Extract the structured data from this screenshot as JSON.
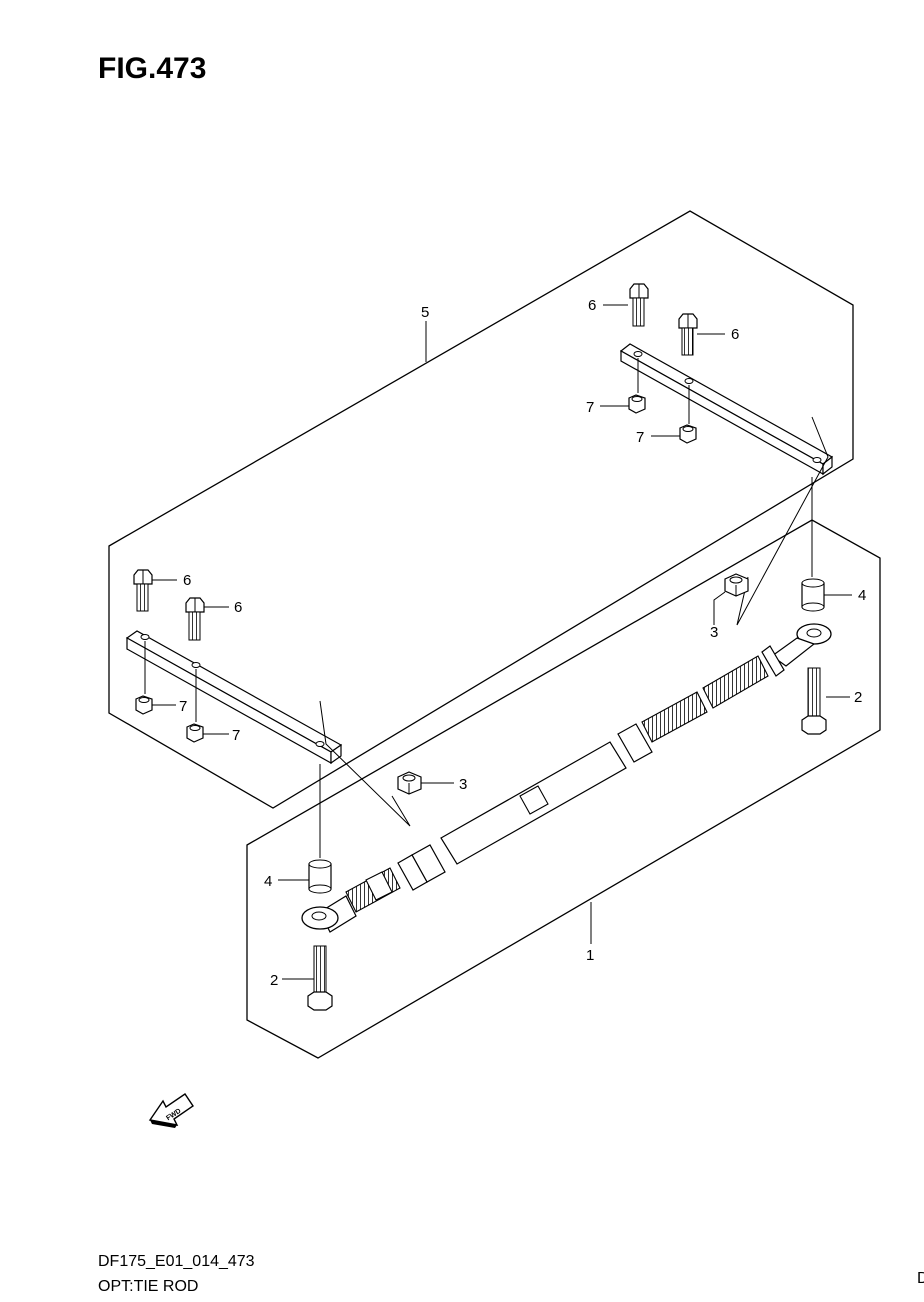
{
  "figure": {
    "title": "FIG.473"
  },
  "callouts": {
    "c1": "1",
    "c2": "2",
    "c3": "3",
    "c4": "4",
    "c5": "5",
    "c6": "6",
    "c7": "7"
  },
  "fwd_badge": "FWD",
  "footer": {
    "code": "DF175_E01_014_473",
    "description": "OPT:TIE ROD",
    "corner": "D"
  }
}
